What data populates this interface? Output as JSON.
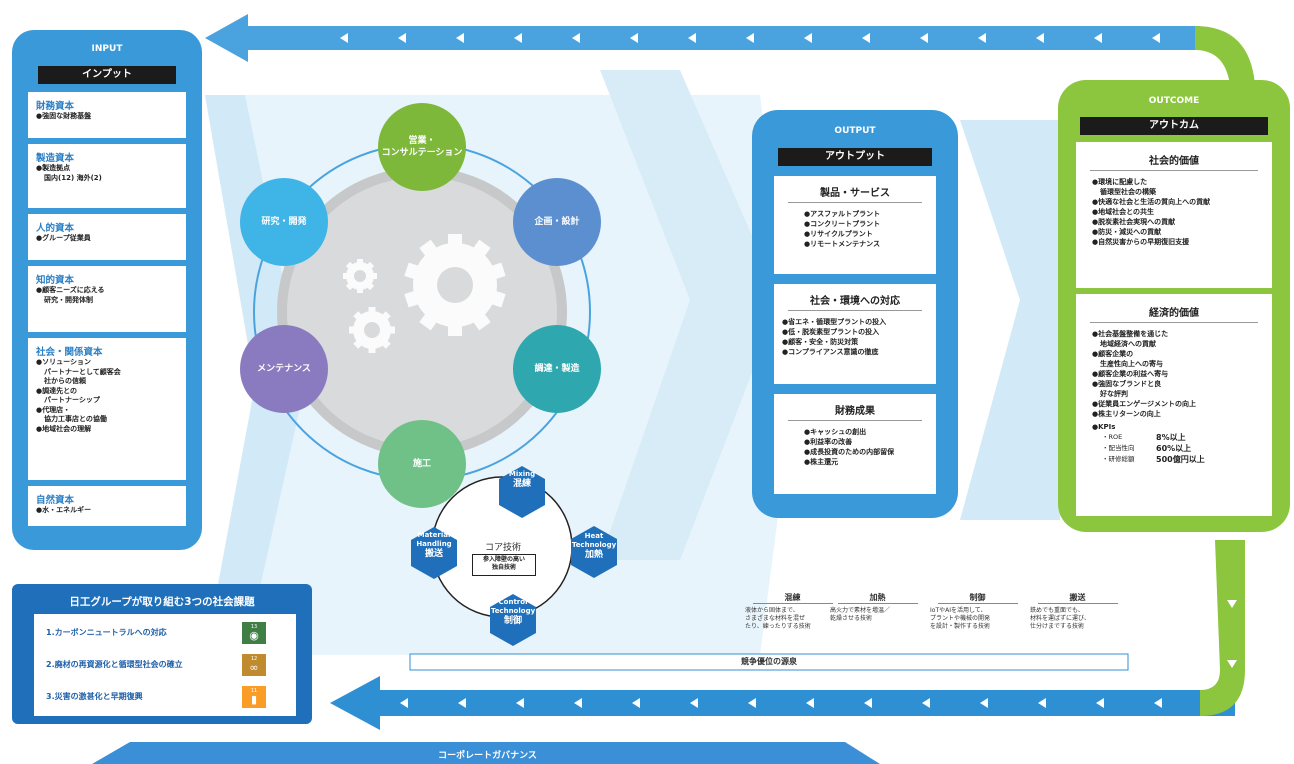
{
  "colors": {
    "blue_dark": "#1f6fba",
    "blue": "#3a9ad9",
    "blue_light": "#dbeef9",
    "green": "#8cc63f",
    "arrow_blue": "#4aa3df"
  },
  "input": {
    "title_en": "INPUT",
    "title_jp": "インプット",
    "cards": [
      {
        "title": "財務資本",
        "lines": [
          "●強固な財務基盤"
        ]
      },
      {
        "title": "製造資本",
        "lines": [
          "●製造拠点",
          "国内(12) 海外(2)"
        ]
      },
      {
        "title": "人的資本",
        "lines": [
          "●グループ従業員"
        ]
      },
      {
        "title": "知的資本",
        "lines": [
          "●顧客ニーズに応える",
          "研究・開発体制"
        ]
      },
      {
        "title": "社会・関係資本",
        "lines": [
          "●ソリューション",
          "パートナーとして顧客会",
          "社からの信頼",
          "●調達先との",
          "パートナーシップ",
          "●代理店・",
          "協力工事店との協働",
          "●地域社会の理解"
        ]
      },
      {
        "title": "自然資本",
        "lines": [
          "●水・エネルギー"
        ]
      }
    ]
  },
  "process": {
    "circles": [
      {
        "label": "営業・\nコンサルテーション",
        "color": "#7db83a"
      },
      {
        "label": "企画・設計",
        "color": "#5b8fd0"
      },
      {
        "label": "調達・製造",
        "color": "#2fa7ae"
      },
      {
        "label": "施工",
        "color": "#6fc187"
      },
      {
        "label": "メンテナンス",
        "color": "#8a7bc0"
      },
      {
        "label": "研究・開発",
        "color": "#3fb4e6"
      }
    ]
  },
  "core": {
    "title": "コア技術",
    "subtitle": "参入障壁の高い\n独自技術",
    "hexes": [
      {
        "en": "Mixing",
        "jp": "混練"
      },
      {
        "en": "Heat\nTechnology",
        "jp": "加熱"
      },
      {
        "en": "Control\nTechnology",
        "jp": "制御"
      },
      {
        "en": "Material\nHandling",
        "jp": "搬送"
      }
    ]
  },
  "tech": [
    {
      "head": "混練",
      "desc": "液体から固体まで、\nさまざまな材料を混ぜ\nたり、練ったりする技術"
    },
    {
      "head": "加熱",
      "desc": "高火力で素材を増温／\n乾燥させる技術"
    },
    {
      "head": "制御",
      "desc": "IoTやAIを活用して、\nプラントや機械の開発\nを設計・製作する技術"
    },
    {
      "head": "搬送",
      "desc": "鉄めでも重面でも、\n材料を運ばずに運び、\n仕分けまでする技術"
    }
  ],
  "competitive_source": "競争優位の源泉",
  "output": {
    "title_en": "OUTPUT",
    "title_jp": "アウトプット",
    "sections": [
      {
        "title": "製品・サービス",
        "items": [
          "●アスファルトプラント",
          "●コンクリートプラント",
          "●リサイクルプラント",
          "●リモートメンテナンス"
        ]
      },
      {
        "title": "社会・環境への対応",
        "items": [
          "●省エネ・循環型プラントの投入",
          "●低・脱炭素型プラントの投入",
          "●顧客・安全・防災対策",
          "●コンプライアンス意識の徹底"
        ]
      },
      {
        "title": "財務成果",
        "items": [
          "●キャッシュの創出",
          "●利益率の改善",
          "●成長投資のための内部留保",
          "●株主還元"
        ]
      }
    ]
  },
  "outcome": {
    "title_en": "OUTCOME",
    "title_jp": "アウトカム",
    "social": {
      "title": "社会的価値",
      "items": [
        "●環境に配慮した",
        "循環型社会の構築",
        "●快適な社会と生活の質向上への貢献",
        "●地域社会との共生",
        "●脱炭素社会実現への貢献",
        "●防災・減災への貢献",
        "●自然災害からの早期復旧支援"
      ]
    },
    "economic": {
      "title": "経済的価値",
      "items": [
        "●社会基盤整備を通じた",
        "地域経済への貢献",
        "●顧客企業の",
        "生産性向上への寄与",
        "●顧客企業の利益へ寄与",
        "●強固なブランドと良",
        "好な評判",
        "●従業員エンゲージメントの向上",
        "●株主リターンの向上"
      ]
    },
    "kpis": {
      "label": "●KPIs",
      "rows": [
        {
          "name": "・ROE",
          "value": "8%以上"
        },
        {
          "name": "・配当性向",
          "value": "60%以上"
        },
        {
          "name": "・研修総額",
          "value": "500億円以上"
        }
      ]
    }
  },
  "issues": {
    "title": "日工グループが取り組む3つの社会課題",
    "items": [
      {
        "label": "1.カーボンニュートラルへの対応",
        "sdg_num": "13",
        "sdg_color": "#3f7e44",
        "icon": "globe-eye-icon"
      },
      {
        "label": "2.廃材の再資源化と循環型社会の確立",
        "sdg_num": "12",
        "sdg_color": "#bf8b2e",
        "icon": "infinity-icon"
      },
      {
        "label": "3.災害の激甚化と早期復興",
        "sdg_num": "11",
        "sdg_color": "#f99d26",
        "icon": "city-icon"
      }
    ]
  },
  "governance": "コーポレートガバナンス"
}
